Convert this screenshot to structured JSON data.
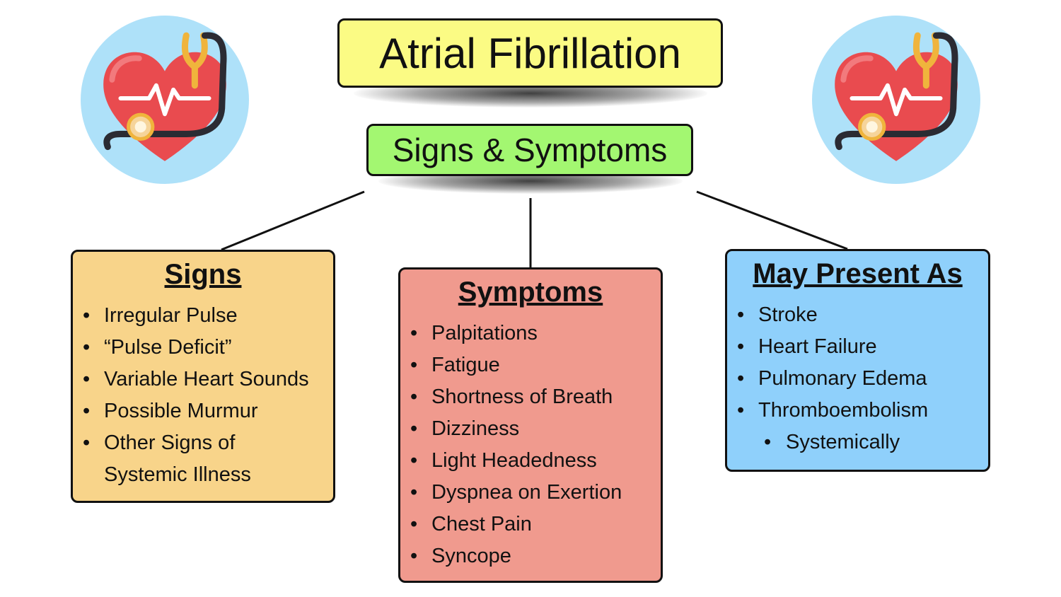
{
  "title": "Atrial Fibrillation",
  "subtitle": "Signs & Symptoms",
  "signs": {
    "heading": "Signs",
    "items": [
      "Irregular Pulse",
      "“Pulse Deficit”",
      "Variable Heart Sounds",
      "Possible Murmur"
    ],
    "last_item_line1": "Other Signs of",
    "last_item_line2": "Systemic Illness"
  },
  "symptoms": {
    "heading": "Symptoms",
    "items": [
      "Palpitations",
      "Fatigue",
      "Shortness of Breath",
      "Dizziness",
      "Light Headedness",
      "Dyspnea on Exertion",
      "Chest Pain",
      "Syncope"
    ]
  },
  "may_present_as": {
    "heading": "May Present As",
    "items": [
      "Stroke",
      "Heart Failure",
      "Pulmonary Edema",
      "Thromboembolism"
    ],
    "sub_items": [
      "Systemically"
    ]
  },
  "icons": {
    "left": "heart-stethoscope-icon",
    "right": "heart-stethoscope-icon"
  },
  "colors": {
    "title_bg": "#fbfb84",
    "subtitle_bg": "#a3f771",
    "signs_bg": "#f8d48a",
    "symptoms_bg": "#f09a8e",
    "present_bg": "#8fd0fb",
    "icon_circle": "#aee1f9",
    "heart": "#e94b4f"
  }
}
